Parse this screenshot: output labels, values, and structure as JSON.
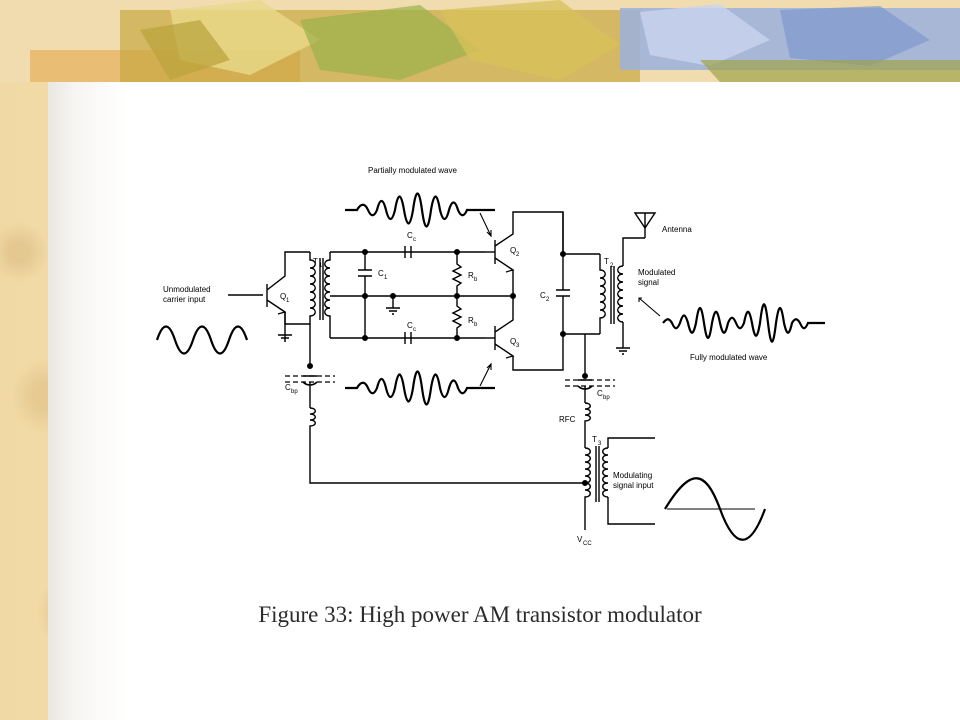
{
  "diagram": {
    "label_partial": "Partially modulated wave",
    "label_antenna": "Antenna",
    "label_unmod_1": "Unmodulated",
    "label_unmod_2": "carrier input",
    "label_mod_sig_1": "Modulated",
    "label_mod_sig_2": "signal",
    "label_fully": "Fully modulated wave",
    "label_modulating_1": "Modulating",
    "label_modulating_2": "signal input",
    "label_rfc": "RFC",
    "label_t1": "T",
    "sub_t1": "1",
    "label_t2": "T",
    "sub_t2": "2",
    "label_t3": "T",
    "sub_t3": "3",
    "label_q1": "Q",
    "sub_q1": "1",
    "label_q2": "Q",
    "sub_q2": "2",
    "label_q3": "Q",
    "sub_q3": "3",
    "label_c1": "C",
    "sub_c1": "1",
    "label_c2": "C",
    "sub_c2": "2",
    "label_cc_top": "C",
    "sub_cc_top": "c",
    "label_cc_bot": "C",
    "sub_cc_bot": "c",
    "label_rb_top": "R",
    "sub_rb_top": "b",
    "label_rb_bot": "R",
    "sub_rb_bot": "b",
    "label_cbp_left": "C",
    "sub_cbp_left": "bp",
    "label_cbp_right": "C",
    "sub_cbp_right": "bp",
    "label_vcc": "V",
    "sub_vcc": "CC"
  },
  "caption": "Figure 33: High power AM transistor modulator"
}
